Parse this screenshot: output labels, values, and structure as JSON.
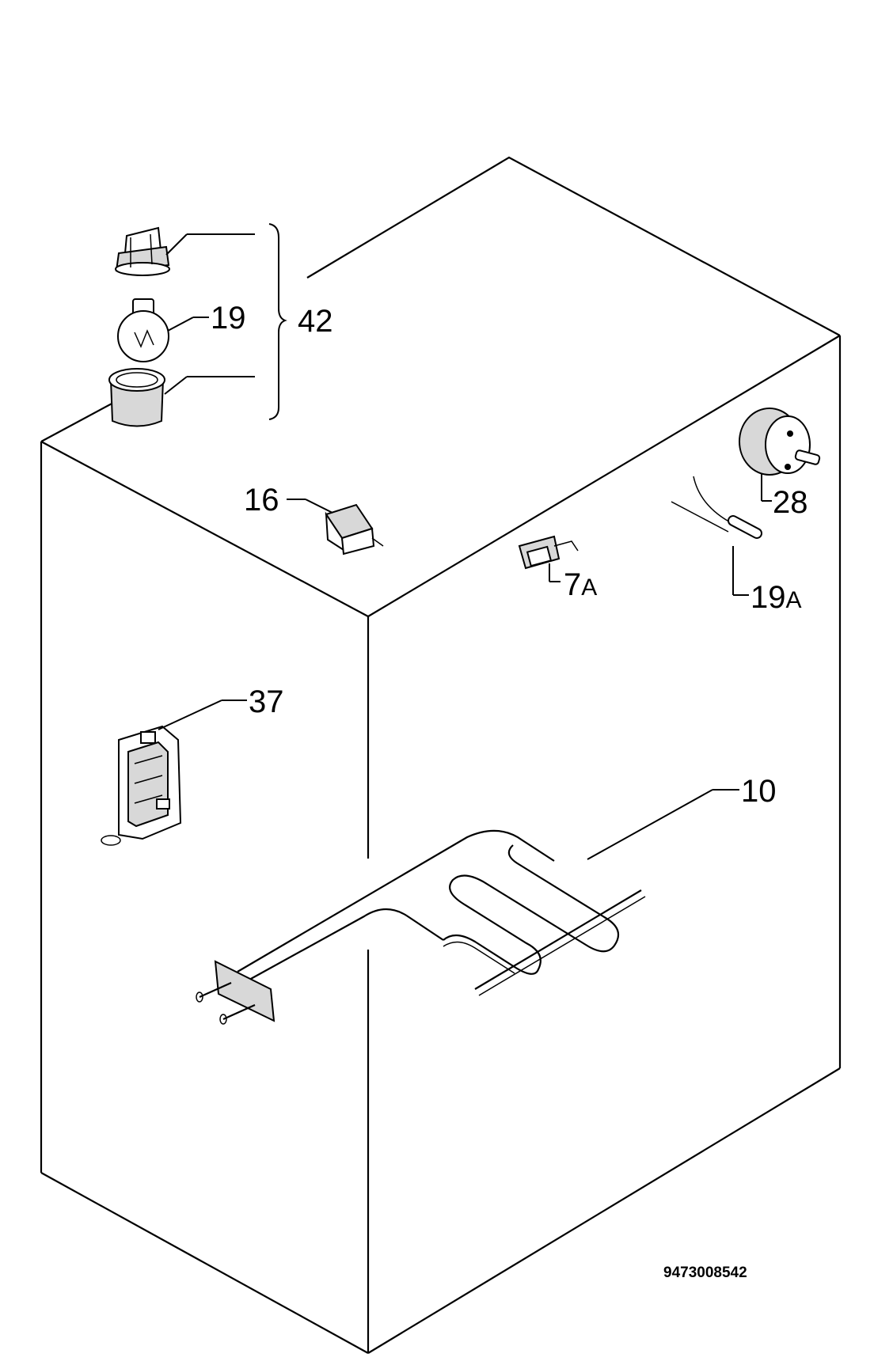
{
  "diagram": {
    "labels": {
      "p42": "42",
      "p19": "19",
      "p16": "16",
      "p28": "28",
      "p7": "7",
      "p7_suffix": "A",
      "p19a": "19",
      "p19a_suffix": "A",
      "p37": "37",
      "p10": "10"
    },
    "drawing_code": "9473008542"
  }
}
